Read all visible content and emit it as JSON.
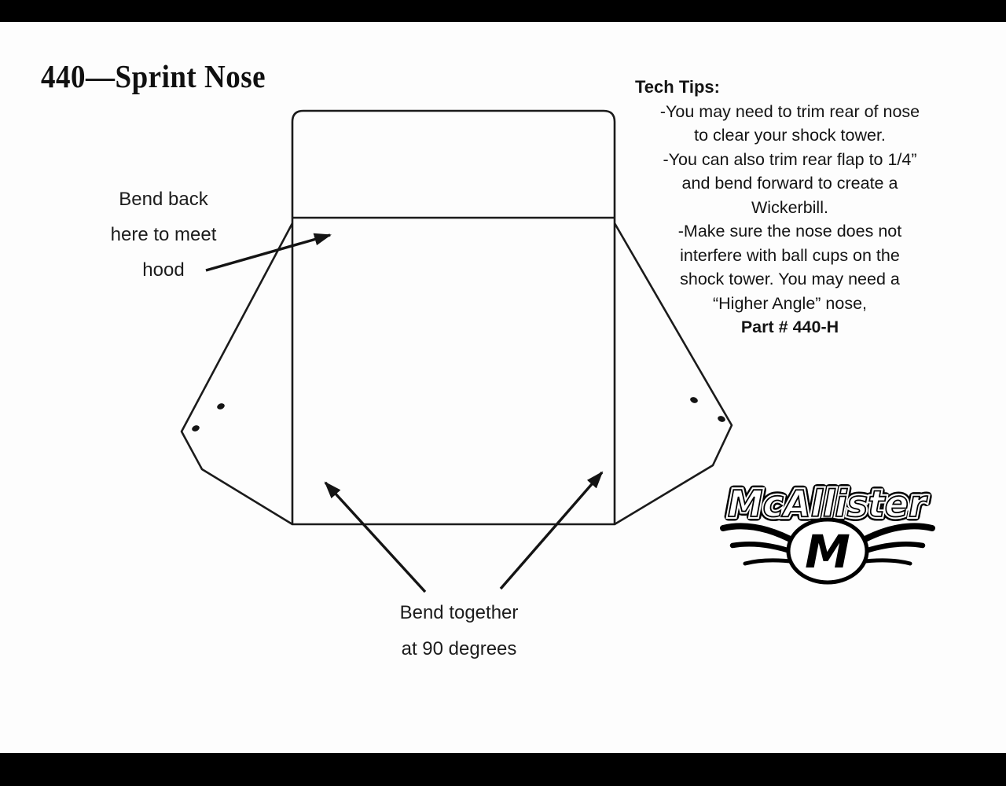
{
  "page": {
    "title": "440—Sprint Nose"
  },
  "labels": {
    "bend_back": {
      "line1": "Bend back",
      "line2": "here to meet",
      "line3": "hood"
    },
    "bend_together": {
      "line1": "Bend together",
      "line2": "at 90 degrees"
    }
  },
  "tech_tips": {
    "heading": "Tech Tips:",
    "lines": [
      "-You may need to trim rear of nose",
      "to clear your shock tower.",
      "-You can also trim rear flap to 1/4”",
      "and bend forward to create a",
      "Wickerbill.",
      "-Make sure the nose does not",
      "interfere with ball cups on the",
      "shock tower. You may need a",
      "“Higher  Angle” nose,",
      "Part # 440-H"
    ]
  },
  "logo": {
    "brand": "McAllister",
    "emblem_letter": "M"
  },
  "colors": {
    "ink": "#1b1b1b",
    "background": "#fdfdfd",
    "bars": "#000000"
  }
}
